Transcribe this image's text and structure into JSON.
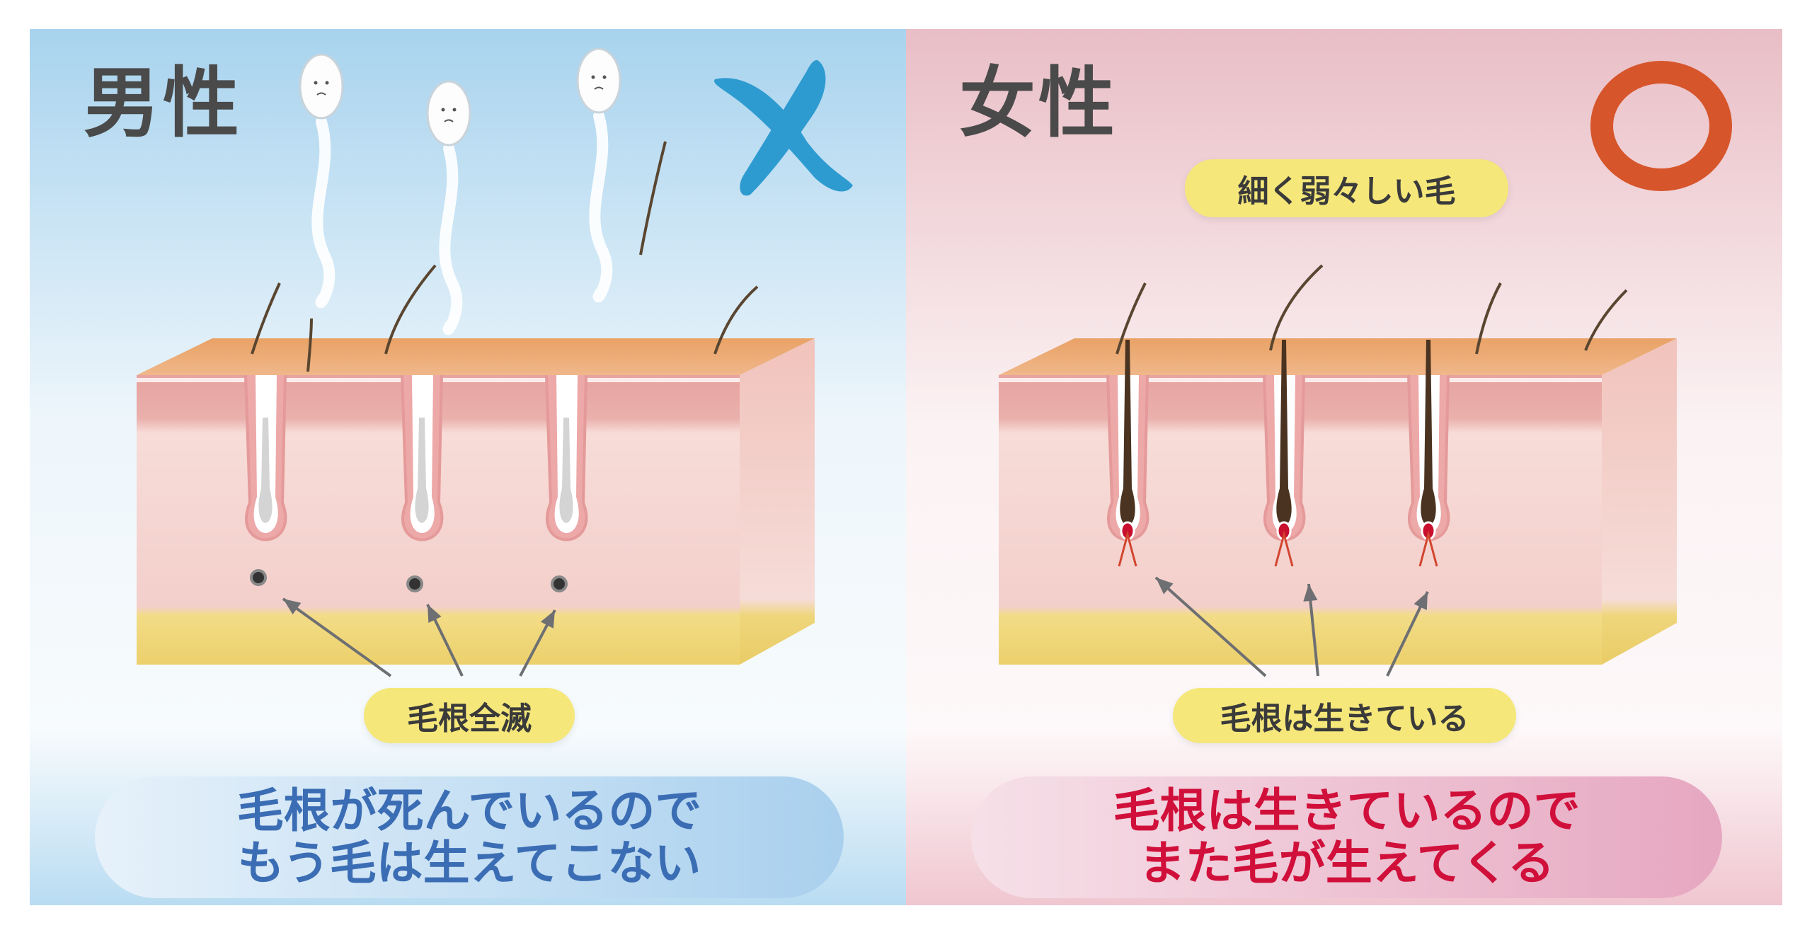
{
  "male": {
    "title": "男性",
    "verdict_icon": "cross-mark",
    "root_label": "毛根全滅",
    "summary_line1": "毛根が死んでいるので",
    "summary_line2": "もう毛は生えてこない"
  },
  "female": {
    "title": "女性",
    "verdict_icon": "circle-mark",
    "hair_label": "細く弱々しい毛",
    "root_label": "毛根は生きている",
    "summary_line1": "毛根は生きているので",
    "summary_line2": "また毛が生えてくる"
  },
  "colors": {
    "cross": "#2e9bd0",
    "circle": "#d6552a",
    "male_text": "#3b6db4",
    "female_text": "#d0103a",
    "tag": "#f5e77a"
  }
}
